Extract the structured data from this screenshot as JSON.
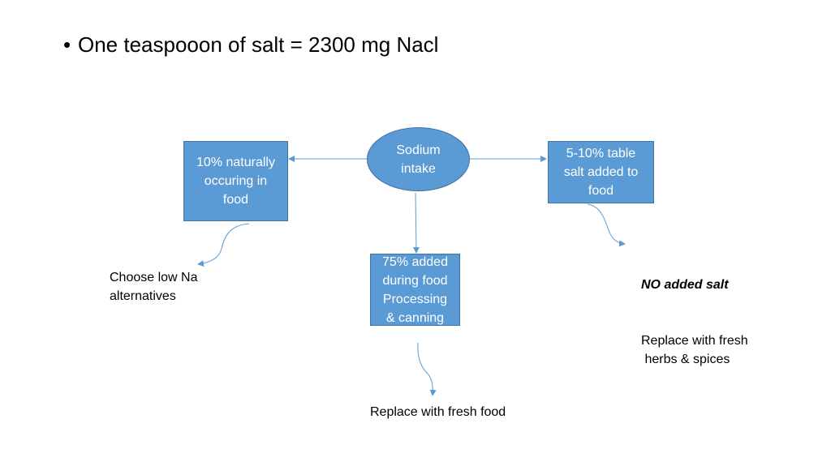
{
  "slide": {
    "bullet": "One teaspooon of salt = 2300 mg Nacl"
  },
  "diagram": {
    "center": "Sodium\nintake",
    "left_box": "10% naturally\noccuring in\nfood",
    "right_box": "5-10% table\nsalt added to\nfood",
    "bottom_box": "75% added\nduring food\nProcessing\n& canning",
    "left_note": "Choose low Na\nalternatives",
    "right_note_emphasis": "NO added salt",
    "right_note": "Replace with fresh\n herbs & spices",
    "bottom_note": "Replace with fresh food"
  },
  "colors": {
    "box_fill": "#5b9bd5",
    "box_border": "#41719c",
    "arrow": "#5b9bd5"
  }
}
